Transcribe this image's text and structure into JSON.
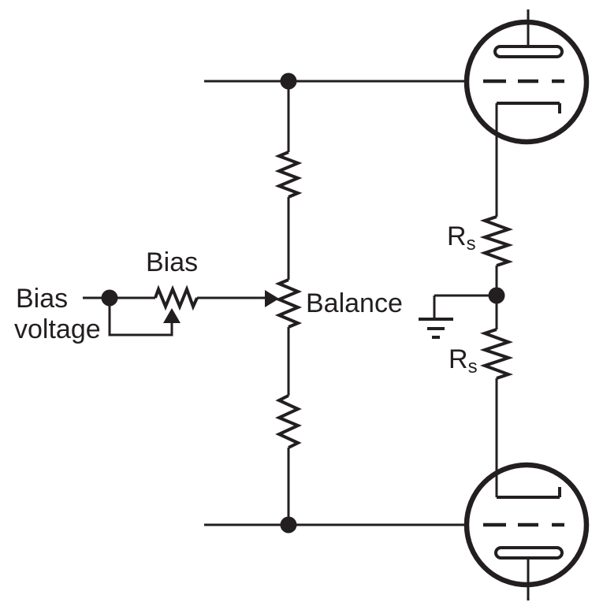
{
  "colors": {
    "background": "#ffffff",
    "ink": "#231f20"
  },
  "labels": {
    "bias_source_line1": "Bias",
    "bias_source_line2": "voltage",
    "bias_pot": "Bias",
    "balance_pot": "Balance",
    "rs_top": {
      "main": "R",
      "sub": "s"
    },
    "rs_bottom": {
      "main": "R",
      "sub": "s"
    }
  },
  "symbols": [
    "vacuum-tube-triode",
    "resistor-zigzag",
    "potentiometer-wiper-arrow",
    "earth-ground",
    "junction-dot"
  ]
}
